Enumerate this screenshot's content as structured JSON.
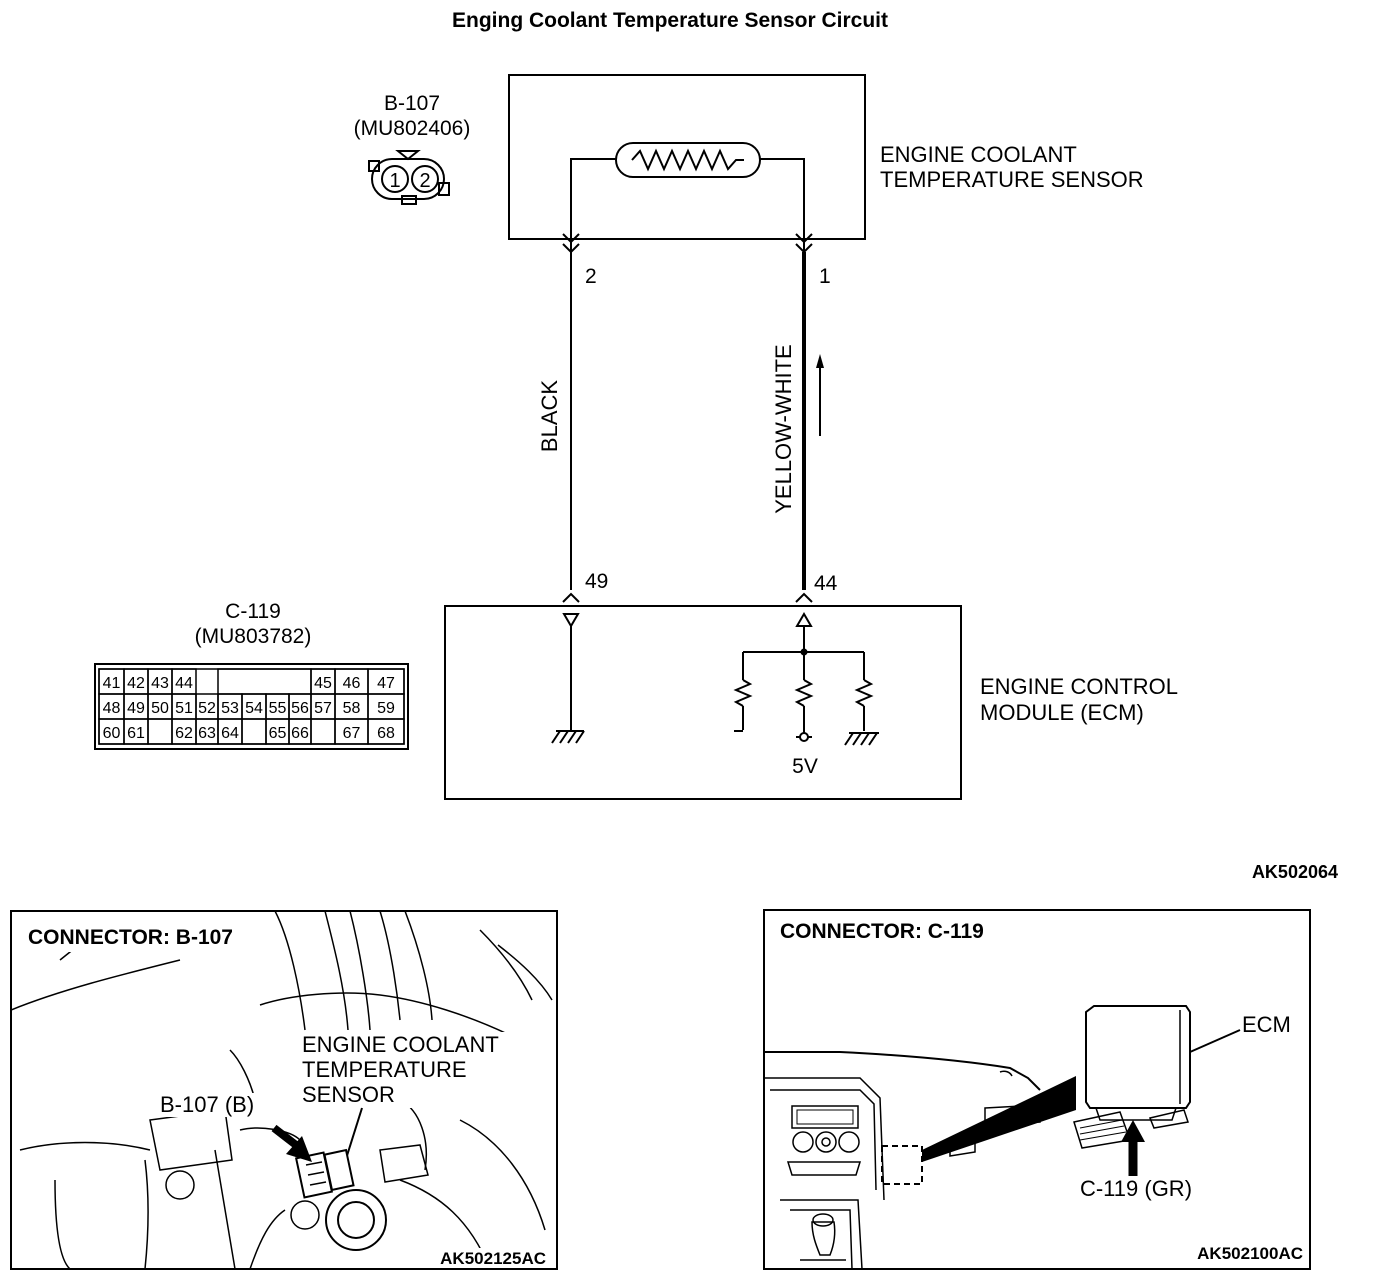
{
  "title": "Enging Coolant Temperature Sensor Circuit",
  "sensor_connector": {
    "id": "B-107",
    "part_number": "(MU802406)",
    "pins": [
      "1",
      "2"
    ]
  },
  "sensor": {
    "label_line1": "ENGINE COOLANT",
    "label_line2": "TEMPERATURE SENSOR"
  },
  "wires": {
    "left": {
      "color_label": "BLACK",
      "sensor_pin": "2",
      "ecm_pin": "49"
    },
    "right": {
      "color_label": "YELLOW-WHITE",
      "sensor_pin": "1",
      "ecm_pin": "44"
    }
  },
  "ecm": {
    "label_line1": "ENGINE CONTROL",
    "label_line2": "MODULE (ECM)",
    "supply_label": "5V"
  },
  "ecm_connector": {
    "id": "C-119",
    "part_number": "(MU803782)",
    "rows": [
      [
        "41",
        "42",
        "43",
        "44",
        "",
        "45",
        "46",
        "47"
      ],
      [
        "48",
        "49",
        "50",
        "51",
        "52",
        "53",
        "54",
        "55",
        "56",
        "57",
        "58",
        "59"
      ],
      [
        "60",
        "61",
        "",
        "62",
        "63",
        "64",
        "",
        "65",
        "66",
        "",
        "67",
        "68"
      ]
    ]
  },
  "figure_code": "AK502064",
  "panel_left": {
    "heading": "CONNECTOR: B-107",
    "callout_line1": "ENGINE COOLANT",
    "callout_line2": "TEMPERATURE",
    "callout_line3": "SENSOR",
    "connector_callout": "B-107 (B)",
    "code": "AK502125AC"
  },
  "panel_right": {
    "heading": "CONNECTOR: C-119",
    "ecm_label": "ECM",
    "connector_callout": "C-119 (GR)",
    "code": "AK502100AC"
  }
}
